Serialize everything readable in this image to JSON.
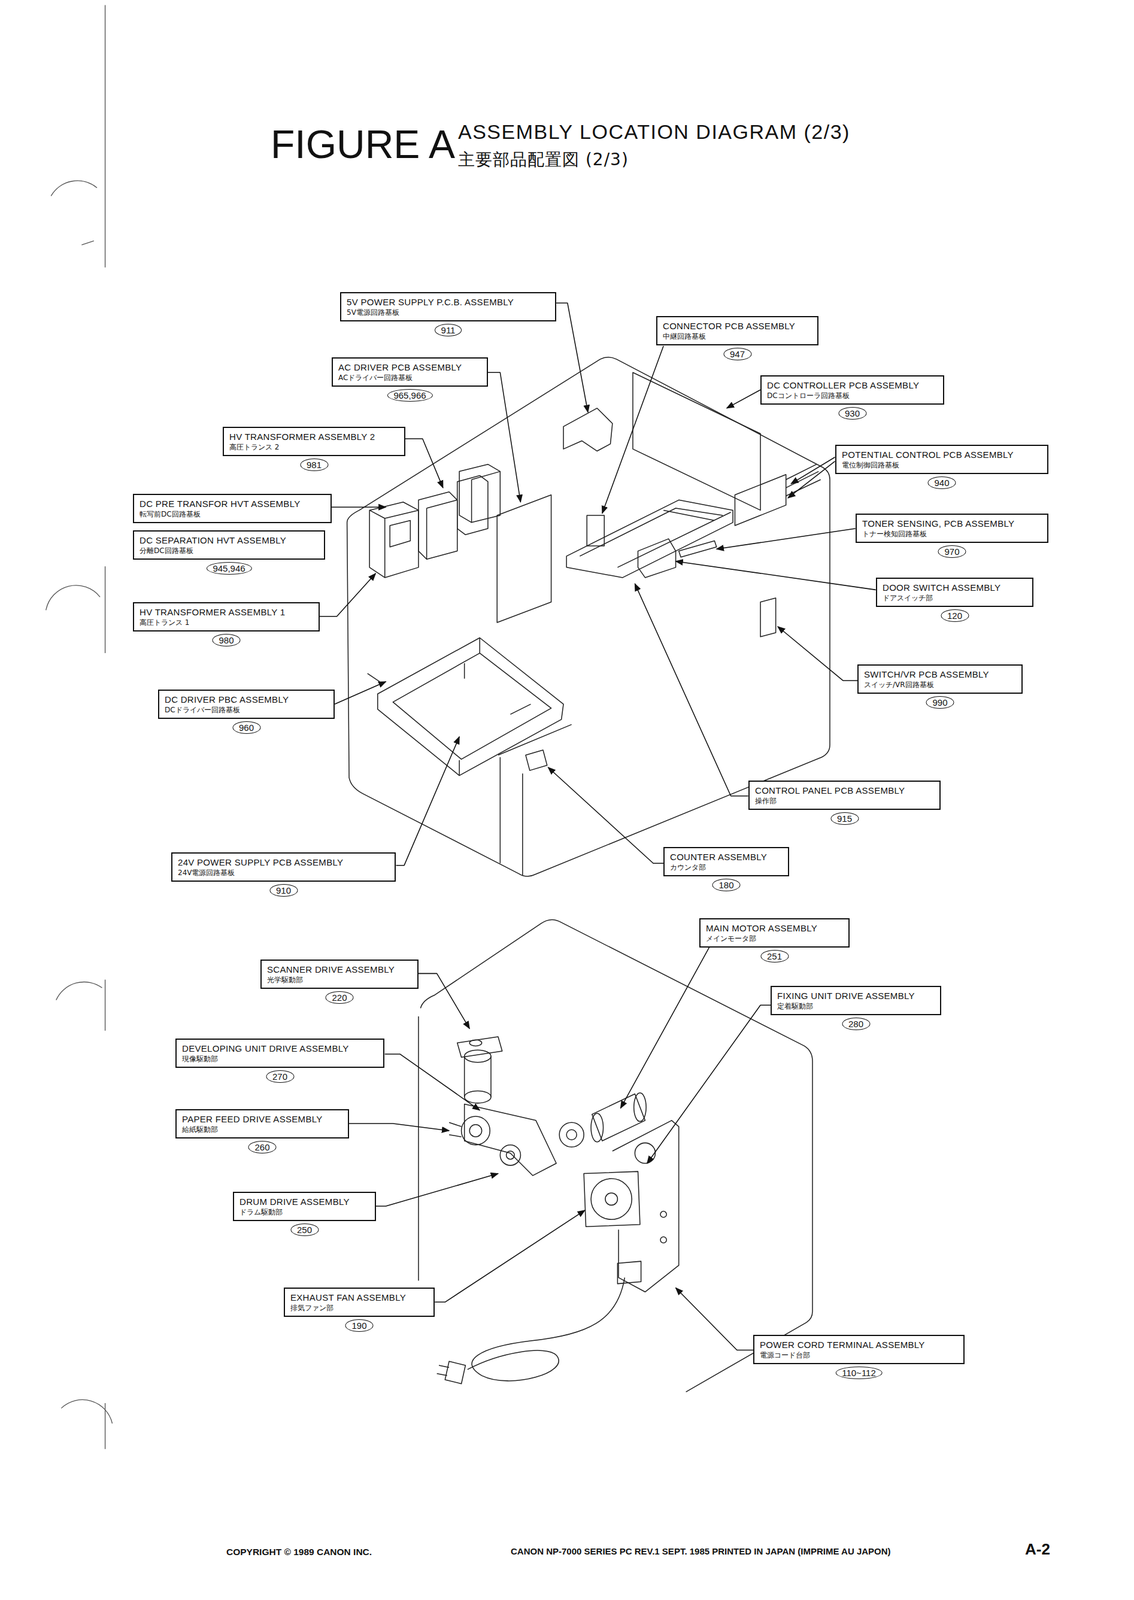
{
  "diagram": {
    "title": "ASSEMBLY LOCATION DIAGRAM (2/3)",
    "nodes": [
      {
        "text": [
          "5V POWER SUPPLY P.C.B. ASSEMBLY",
          "5V電源回路基板",
          "911"
        ]
      },
      {
        "text": [
          "CONNECTOR PCB ASSEMBLY",
          "中継回路基板",
          "947"
        ]
      },
      {
        "text": [
          "AC DRIVER PCB ASSEMBLY",
          "ACドライバー回路基板",
          "965,966"
        ]
      },
      {
        "text": [
          "DC CONTROLLER PCB ASSEMBLY",
          "DCコントローラ回路基板",
          "930"
        ]
      },
      {
        "text": [
          "HV TRANSFORMER ASSEMBLY 2",
          "高圧トランス 2",
          "981"
        ]
      },
      {
        "text": [
          "POTENTIAL CONTROL PCB ASSEMBLY",
          "電位制御回路基板",
          "940"
        ]
      },
      {
        "text": [
          "DC PRE TRANSFOR HVT ASSEMBLY",
          "転写前DC回路基板"
        ]
      },
      {
        "text": [
          "DC SEPARATION HVT ASSEMBLY",
          "分離DC回路基板",
          "945,946"
        ]
      },
      {
        "text": [
          "TONER SENSING, PCB ASSEMBLY",
          "トナー検知回路基板",
          "970"
        ]
      },
      {
        "text": [
          "DOOR SWITCH ASSEMBLY",
          "ドアスイッチ部",
          "120"
        ]
      },
      {
        "text": [
          "HV TRANSFORMER ASSEMBLY 1",
          "高圧トランス 1",
          "980"
        ]
      },
      {
        "text": [
          "SWITCH/VR PCB ASSEMBLY",
          "スイッチ/VR回路基板",
          "990"
        ]
      },
      {
        "text": [
          "DC DRIVER PBC ASSEMBLY",
          "DCドライバー回路基板",
          "960"
        ]
      },
      {
        "text": [
          "CONTROL PANEL PCB ASSEMBLY",
          "操作部",
          "915"
        ]
      },
      {
        "text": [
          "COUNTER ASSEMBLY",
          "カウンタ部",
          "180"
        ]
      },
      {
        "text": [
          "24V POWER SUPPLY PCB ASSEMBLY",
          "24V電源回路基板",
          "910"
        ]
      },
      {
        "text": [
          "MAIN MOTOR ASSEMBLY",
          "メインモータ部",
          "251"
        ]
      },
      {
        "text": [
          "SCANNER DRIVE ASSEMBLY",
          "光学駆動部",
          "220"
        ]
      },
      {
        "text": [
          "FIXING UNIT DRIVE ASSEMBLY",
          "定着駆動部",
          "280"
        ]
      },
      {
        "text": [
          "DEVELOPING UNIT DRIVE ASSEMBLY",
          "現像駆動部",
          "270"
        ]
      },
      {
        "text": [
          "PAPER FEED DRIVE ASSEMBLY",
          "給紙駆動部",
          "260"
        ]
      },
      {
        "text": [
          "DRUM DRIVE ASSEMBLY",
          "ドラム駆動部",
          "250"
        ]
      },
      {
        "text": [
          "EXHAUST FAN ASSEMBLY",
          "排気ファン部",
          "190"
        ]
      },
      {
        "text": [
          "POWER CORD TERMINAL ASSEMBLY",
          "電源コード台部",
          "110~112"
        ]
      }
    ],
    "labels": [
      "FIGURE A",
      "主要部品配置図 (2/3)",
      "COPYRIGHT © 1989 CANON INC.",
      "CANON NP-7000 SERIES PC REV.1 SEPT. 1985 PRINTED IN JAPAN (IMPRIME AU JAPON)",
      "A-2"
    ]
  }
}
